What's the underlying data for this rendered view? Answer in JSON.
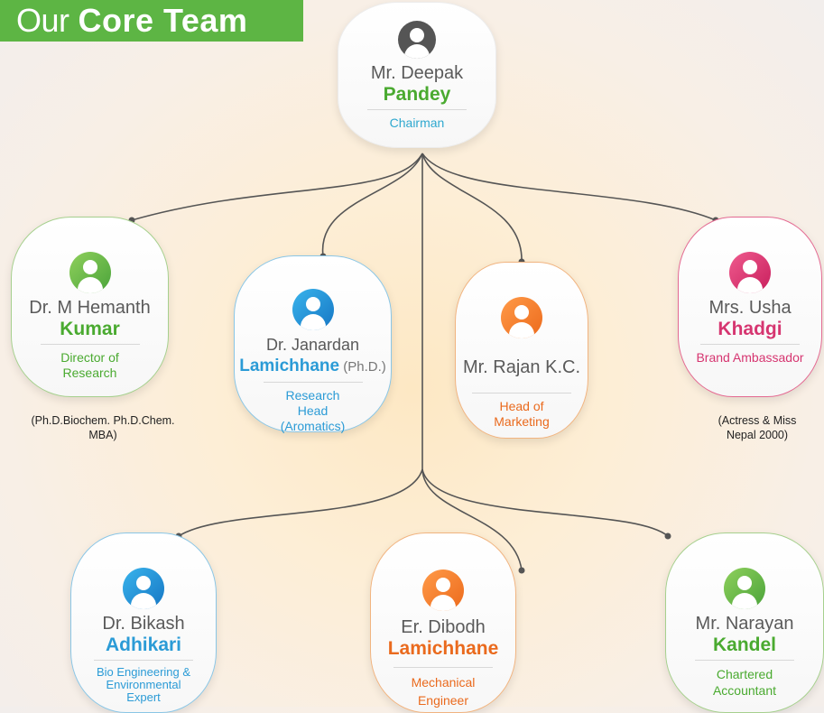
{
  "banner": {
    "light": "Our",
    "bold": "Core Team"
  },
  "members": {
    "chairman": {
      "name_light": "Mr. Deepak",
      "name_bold": "Pandey",
      "suffix": "",
      "role": "Chairman"
    },
    "kumar": {
      "name_light": "Dr. M Hemanth",
      "name_bold": "Kumar",
      "suffix": "",
      "role": "Director of Research",
      "note": "(Ph.D.Biochem. Ph.D.Chem. MBA)"
    },
    "janardan": {
      "name_light": "Dr. Janardan",
      "name_bold": "Lamichhane",
      "suffix": " (Ph.D.)",
      "role": "Research Head (Aromatics)"
    },
    "rajan": {
      "name_light": "Mr. Rajan K.C.",
      "name_bold": "",
      "suffix": "",
      "role": "Head of Marketing"
    },
    "usha": {
      "name_light": "Mrs. Usha",
      "name_bold": "Khadgi",
      "suffix": "",
      "role": "Brand Ambassador",
      "note": "(Actress & Miss Nepal 2000)"
    },
    "bikash": {
      "name_light": "Dr. Bikash",
      "name_bold": "Adhikari",
      "suffix": "",
      "role": "Bio Engineering & Environmental Expert"
    },
    "dibodh": {
      "name_light": "Er. Dibodh",
      "name_bold": "Lamichhane",
      "suffix": "",
      "role": "Mechanical Engineer"
    },
    "narayan": {
      "name_light": "Mr. Narayan",
      "name_bold": "Kandel",
      "suffix": "",
      "role": "Chartered Accountant"
    }
  },
  "colors": {
    "green": "#4aaa30",
    "blue": "#2b9bd6",
    "orange": "#ea6a1d",
    "pink": "#d63570",
    "banner": "#5db544"
  }
}
